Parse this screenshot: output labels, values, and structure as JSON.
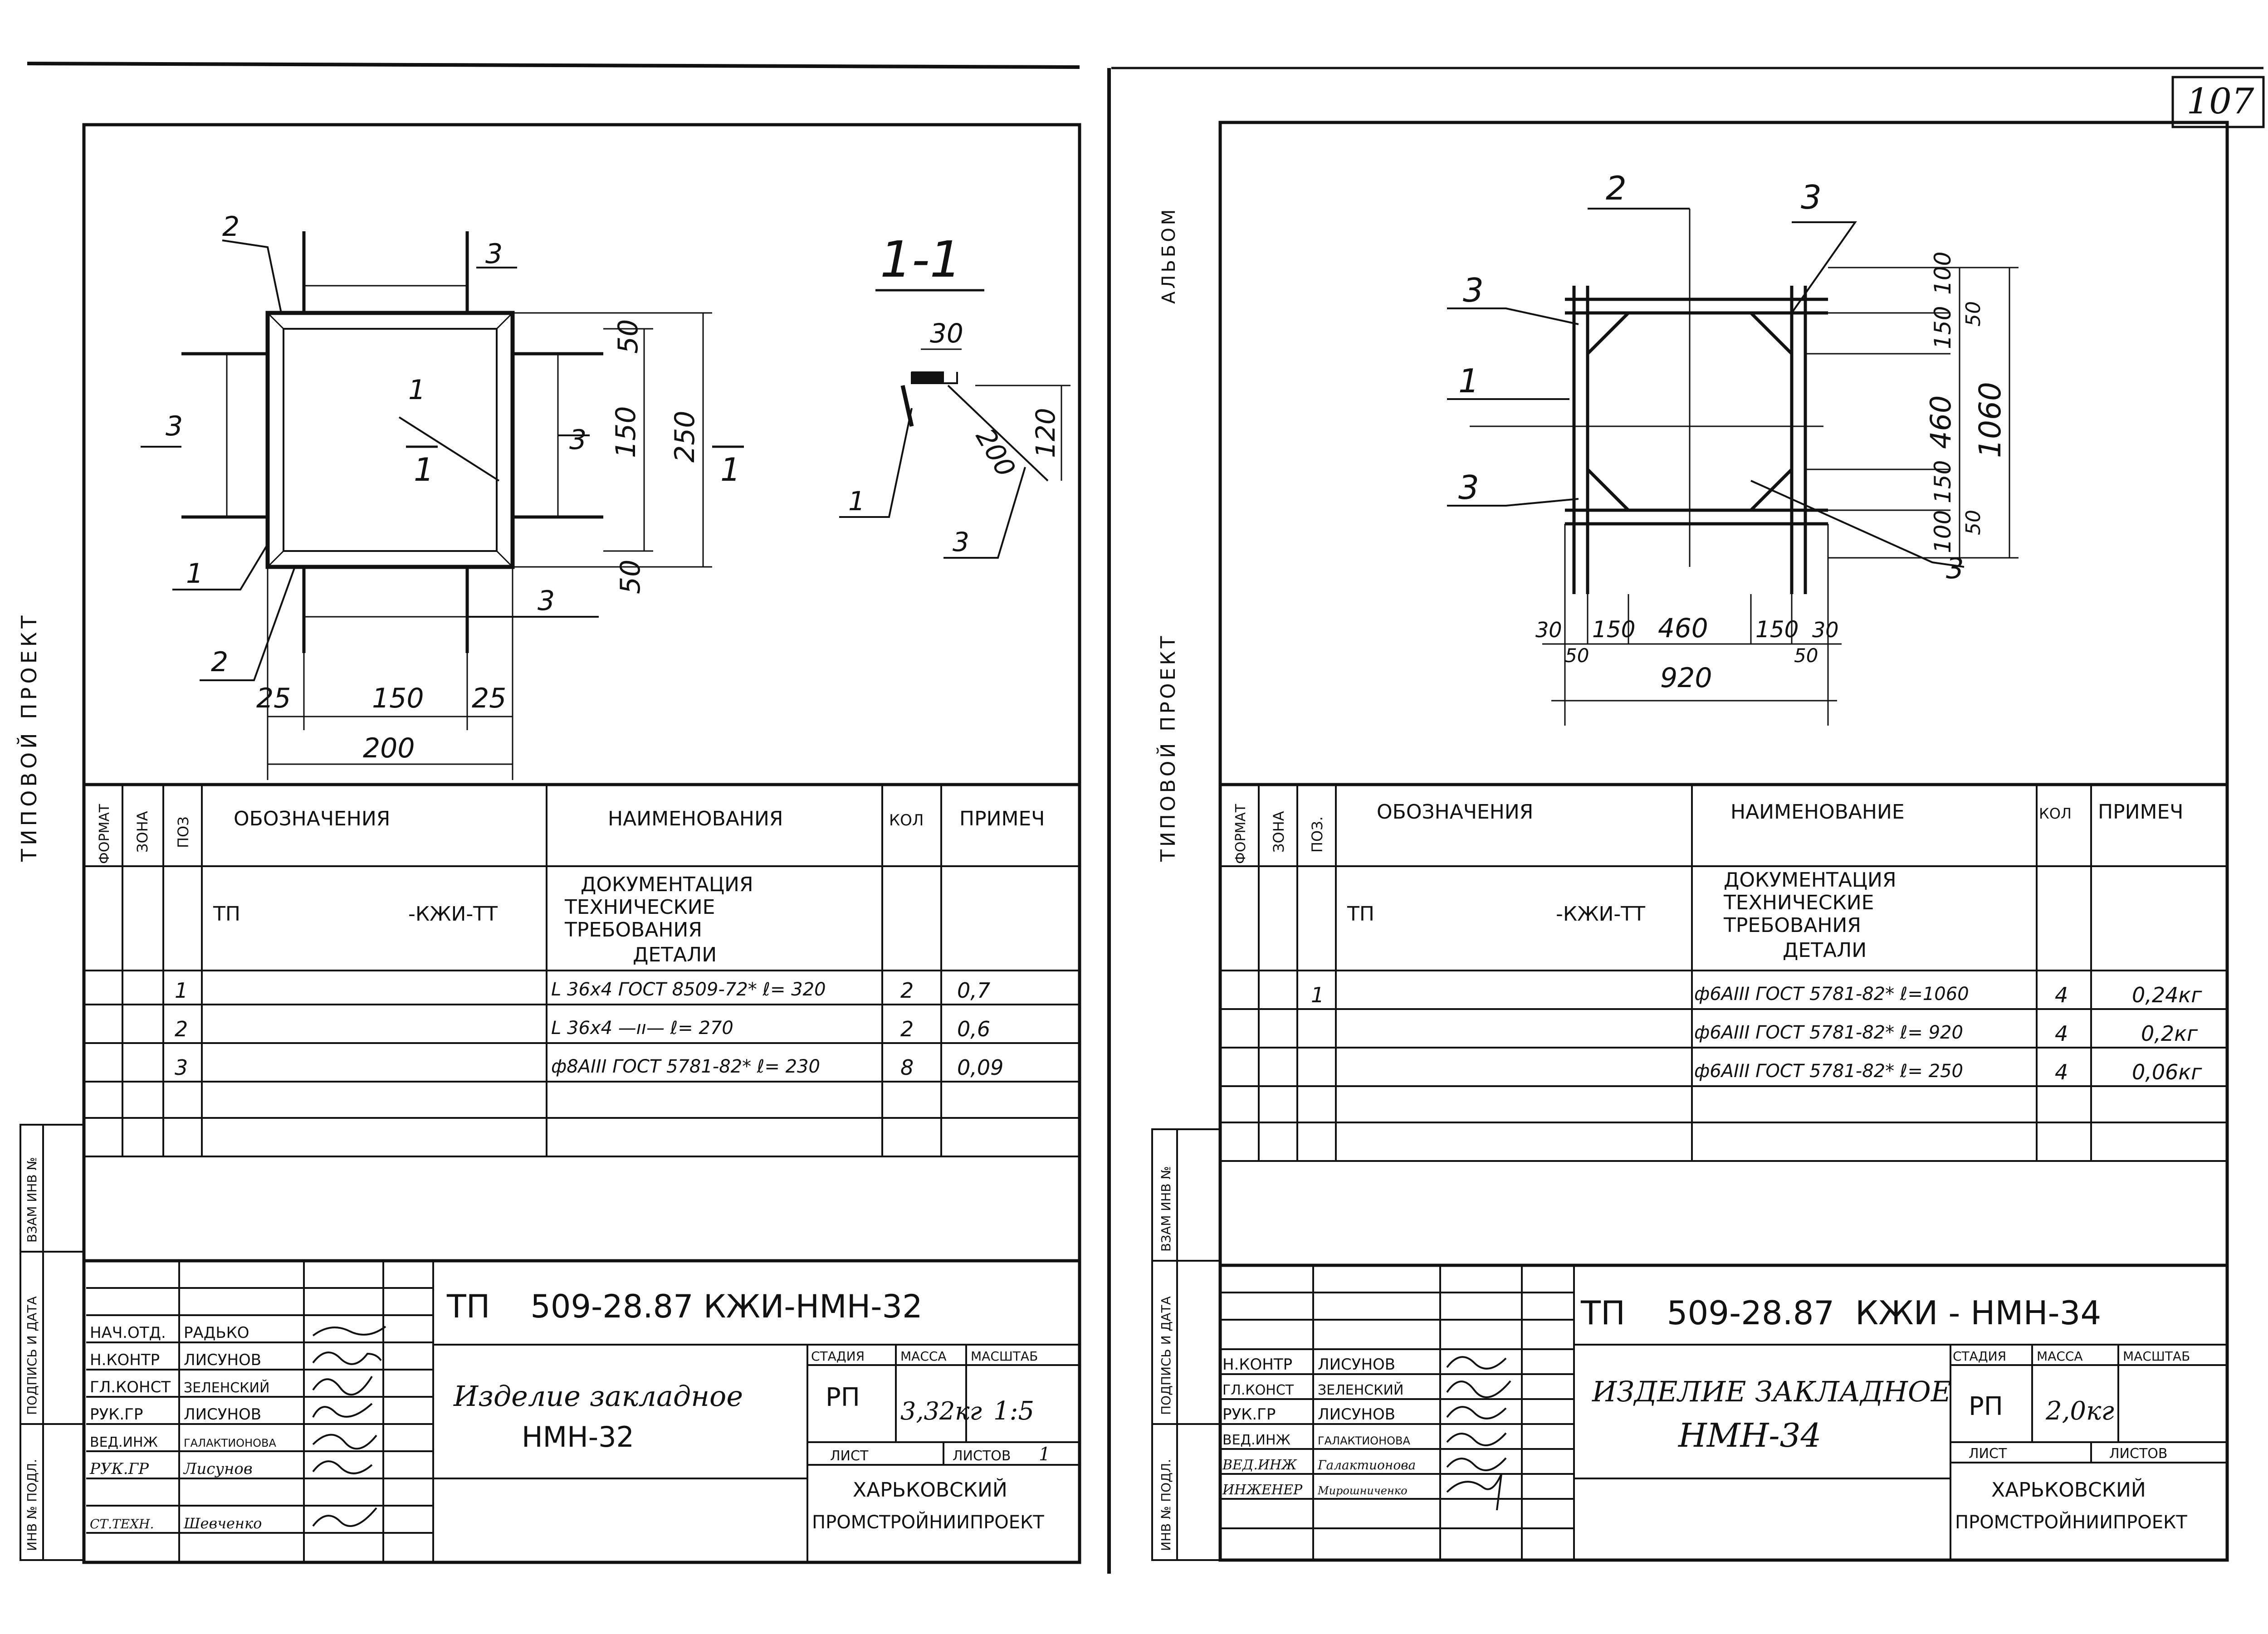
{
  "page_number": "107",
  "left_sheet": {
    "side_label": "ТИПОВОЙ ПРОЕКТ",
    "stamp_labels": [
      "ИНВ № ПОДЛ.",
      "ПОДПИСЬ И ДАТА",
      "ВЗАМ ИНВ №"
    ],
    "drawing": {
      "leaders": [
        "2",
        "3",
        "3",
        "3",
        "1",
        "1",
        "2",
        "3"
      ],
      "dims": [
        "50",
        "150",
        "250",
        "50",
        "25",
        "150",
        "25",
        "200"
      ],
      "section_marks": [
        "1",
        "1"
      ],
      "section_title": "1-1",
      "section_leaders": [
        "1",
        "3"
      ],
      "section_dims": [
        "30",
        "200",
        "120"
      ]
    },
    "table": {
      "headers": [
        "ФОРМАТ",
        "ЗОНА",
        "ПОЗ",
        "ОБОЗНАЧЕНИЯ",
        "НАИМЕНОВАНИЯ",
        "КОЛ",
        "ПРИМЕЧ"
      ],
      "doc_prefix": "ТП",
      "doc_suffix": "-КЖИ-ТТ",
      "doc_names": [
        "ДОКУМЕНТАЦИЯ",
        "ТЕХНИЧЕСКИЕ",
        "ТРЕБОВАНИЯ",
        "ДЕТАЛИ"
      ],
      "rows": [
        {
          "pos": "1",
          "name": "L 36х4 ГОСТ 8509-72* ℓ= 320",
          "qty": "2",
          "note": "0,7"
        },
        {
          "pos": "2",
          "name": "L 36х4   —ıı—        ℓ= 270",
          "qty": "2",
          "note": "0,6"
        },
        {
          "pos": "3",
          "name": "ф8АIII ГОСТ 5781-82* ℓ= 230",
          "qty": "8",
          "note": "0,09"
        }
      ]
    },
    "title_block": {
      "code": "ТП    509-28.87 КЖИ-НМН-32",
      "roles": [
        "НАЧ.ОТД.",
        "Н.КОНТР",
        "ГЛ.КОНСТ",
        "РУК.ГР",
        "ВЕД.ИНЖ",
        "РУК.ГР",
        "СТ.ТЕХН."
      ],
      "names": [
        "РАДЬКО",
        "ЛИСУНОВ",
        "ЗЕЛЕНСКИЙ",
        "ЛИСУНОВ",
        "ГАЛАКТИОНОВА",
        "Лисунов",
        "Шевченко"
      ],
      "item_title_1": "Изделие закладное",
      "item_title_2": "НМН-32",
      "stage_label": "СТАДИЯ",
      "mass_label": "МАССА",
      "scale_label": "МАСШТАБ",
      "stage": "РП",
      "mass": "3,32кг",
      "scale": "1:5",
      "sheet_label": "ЛИСТ",
      "sheets_label": "ЛИСТОВ",
      "sheets_value": "1",
      "org_1": "ХАРЬКОВСКИЙ",
      "org_2": "ПРОМСТРОЙНИИПРОЕКТ"
    }
  },
  "right_sheet": {
    "side_label_top": "АЛЬБОМ",
    "side_label": "ТИПОВОЙ ПРОЕКТ",
    "stamp_labels": [
      "ИНВ № ПОДЛ.",
      "ПОДПИСЬ И ДАТА",
      "ВЗАМ ИНВ №"
    ],
    "drawing": {
      "leaders": [
        "2",
        "3",
        "3",
        "1",
        "3",
        "3"
      ],
      "vert_dims": [
        "100",
        "50",
        "150",
        "460",
        "150",
        "50",
        "100",
        "1060"
      ],
      "horiz_dims": [
        "30",
        "150",
        "460",
        "150",
        "30",
        "50",
        "50",
        "920"
      ]
    },
    "table": {
      "headers": [
        "ФОРМАТ",
        "ЗОНА",
        "ПОЗ.",
        "ОБОЗНАЧЕНИЯ",
        "НАИМЕНОВАНИЕ",
        "КОЛ",
        "ПРИМЕЧ"
      ],
      "doc_prefix": "ТП",
      "doc_suffix": "-КЖИ-ТТ",
      "doc_names": [
        "ДОКУМЕНТАЦИЯ",
        "ТЕХНИЧЕСКИЕ",
        "ТРЕБОВАНИЯ",
        "ДЕТАЛИ"
      ],
      "rows": [
        {
          "pos": "1",
          "name": "ф6АIII ГОСТ 5781-82* ℓ=1060",
          "qty": "4",
          "note": "0,24кг"
        },
        {
          "pos": "",
          "name": "ф6АIII ГОСТ 5781-82* ℓ= 920",
          "qty": "4",
          "note": "0,2кг"
        },
        {
          "pos": "",
          "name": "ф6АIII ГОСТ 5781-82* ℓ= 250",
          "qty": "4",
          "note": "0,06кг"
        }
      ]
    },
    "title_block": {
      "code": "ТП    509-28.87  КЖИ - НМН-34",
      "roles": [
        "Н.КОНТР",
        "ГЛ.КОНСТ",
        "РУК.ГР",
        "ВЕД.ИНЖ",
        "ВЕД.ИНЖ",
        "ИНЖЕНЕР"
      ],
      "names": [
        "ЛИСУНОВ",
        "ЗЕЛЕНСКИЙ",
        "ЛИСУНОВ",
        "ГАЛАКТИОНОВА",
        "Галактионова",
        "Мирошниченко"
      ],
      "item_title_1": "ИЗДЕЛИЕ ЗАКЛАДНОЕ",
      "item_title_2": "НМН-34",
      "stage_label": "СТАДИЯ",
      "mass_label": "МАССА",
      "scale_label": "МАСШТАБ",
      "stage": "РП",
      "mass": "2,0кг",
      "sheet_label": "ЛИСТ",
      "sheets_label": "ЛИСТОВ",
      "org_1": "ХАРЬКОВСКИЙ",
      "org_2": "ПРОМСТРОЙНИИПРОЕКТ"
    }
  }
}
